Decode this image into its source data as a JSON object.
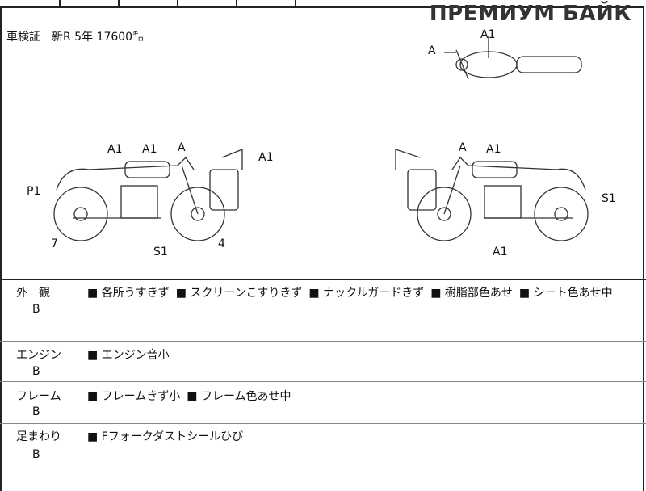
{
  "watermark": "ПРЕМИУМ БАЙК",
  "header_info": "車検証　新R  5年  17600㌔",
  "diagram_marks": {
    "top_a": "A",
    "top_a1": "A1",
    "left_a1_1": "A1",
    "left_a1_2": "A1",
    "left_a": "A",
    "left_a1_3": "A1",
    "left_p1": "P1",
    "left_7": "7",
    "left_s1": "S1",
    "left_4": "4",
    "right_a": "A",
    "right_a1_1": "A1",
    "right_s1": "S1",
    "right_a1_2": "A1"
  },
  "sections": [
    {
      "label": "外　観",
      "grade": "B",
      "items": [
        "■ 各所うすきず",
        "■ スクリーンこすりきず",
        "■ ナックルガードきず",
        "■ 樹脂部色あせ",
        "■ シート色あせ中"
      ]
    },
    {
      "label": "エンジン",
      "grade": "B",
      "items": [
        "■ エンジン音小"
      ]
    },
    {
      "label": "フレーム",
      "grade": "B",
      "items": [
        "■ フレームきず小",
        "■ フレーム色あせ中"
      ]
    },
    {
      "label": "足まわり",
      "grade": "B",
      "items": [
        "■ Fフォークダストシールひび"
      ]
    }
  ]
}
